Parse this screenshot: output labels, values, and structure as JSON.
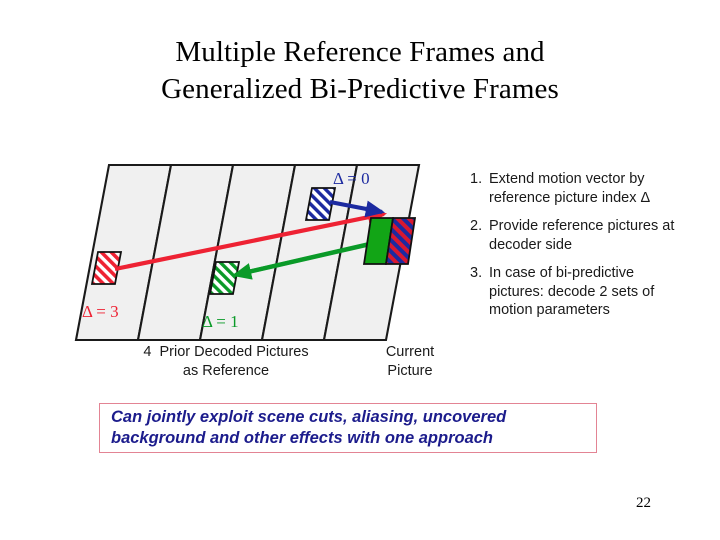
{
  "slide": {
    "title_line1": "Multiple Reference Frames and",
    "title_line2": "Generalized Bi-Predictive Frames",
    "page_number": "22"
  },
  "diagram": {
    "caption_left": "4  Prior Decoded Pictures\nas Reference",
    "caption_right": "Current\nPicture",
    "frames": [
      {
        "name": "reference-frame-3",
        "index": 0
      },
      {
        "name": "reference-frame-2",
        "index": 1
      },
      {
        "name": "reference-frame-1",
        "index": 2
      },
      {
        "name": "reference-frame-0",
        "index": 3
      },
      {
        "name": "current-frame",
        "index": 4
      }
    ],
    "labels": [
      {
        "id": "delta-3",
        "text": "Δ = 3",
        "color": "#ee2233"
      },
      {
        "id": "delta-1",
        "text": "Δ = 1",
        "color": "#0a9a28"
      },
      {
        "id": "delta-0",
        "text": "Δ = 0",
        "color": "#1c2aa0"
      }
    ],
    "blocks": [
      {
        "id": "block-delta-3",
        "fill": "red-stripes",
        "label": "Δ = 3"
      },
      {
        "id": "block-delta-1",
        "fill": "green-stripes",
        "label": "Δ = 1"
      },
      {
        "id": "block-delta-0",
        "fill": "blue-stripes",
        "label": "Δ = 0"
      },
      {
        "id": "block-current-green",
        "fill": "solid-green"
      },
      {
        "id": "block-current-striped",
        "fill": "red-blue-stripes"
      }
    ],
    "arrows": [
      {
        "id": "motion-vector-red",
        "color": "#ee2233",
        "from": "Δ = 3",
        "to": "current picture"
      },
      {
        "id": "motion-vector-green",
        "color": "#0a9a28",
        "from": "Δ = 1",
        "to": "current picture"
      },
      {
        "id": "motion-vector-blue",
        "color": "#1c2aa0",
        "from": "Δ = 0",
        "to": "current picture"
      }
    ],
    "colors": {
      "plane_fill": "#f0f0f0",
      "plane_stroke": "#1a1a1a",
      "red": "#ee2233",
      "green": "#0a9a28",
      "blue": "#1c2aa0"
    }
  },
  "steps": [
    {
      "num": "1.",
      "text": "Extend motion vector by reference picture index Δ"
    },
    {
      "num": "2.",
      "text": "Provide reference pictures at decoder side"
    },
    {
      "num": "3.",
      "text": "In case of bi-predictive pictures: decode 2 sets of motion parameters"
    }
  ],
  "callout": {
    "text": "Can jointly exploit scene cuts, aliasing, uncovered\nbackground and other effects with one approach",
    "border_color": "#e38494",
    "text_color": "#1c1c8c"
  }
}
